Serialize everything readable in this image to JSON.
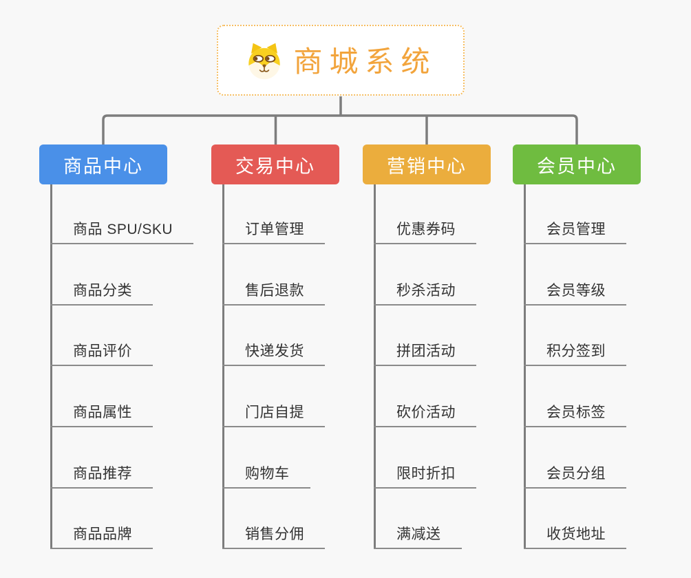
{
  "root": {
    "title": "商城系统",
    "icon": "shiba-dog-icon"
  },
  "colors": {
    "background": "#f8f8f8",
    "connector_line": "#7d7d7d",
    "leaf_underline": "#8a8a8a",
    "leaf_text": "#333333",
    "root_border": "#f6be62",
    "root_text": "#f2a43c",
    "branch_text": "#ffffff"
  },
  "branches": [
    {
      "label": "商品中心",
      "color": "#4a90e8",
      "items": [
        "商品 SPU/SKU",
        "商品分类",
        "商品评价",
        "商品属性",
        "商品推荐",
        "商品品牌"
      ]
    },
    {
      "label": "交易中心",
      "color": "#e45a55",
      "items": [
        "订单管理",
        "售后退款",
        "快递发货",
        "门店自提",
        "购物车",
        "销售分佣"
      ]
    },
    {
      "label": "营销中心",
      "color": "#ebad3d",
      "items": [
        "优惠券码",
        "秒杀活动",
        "拼团活动",
        "砍价活动",
        "限时折扣",
        "满减送"
      ]
    },
    {
      "label": "会员中心",
      "color": "#6fbc40",
      "items": [
        "会员管理",
        "会员等级",
        "积分签到",
        "会员标签",
        "会员分组",
        "收货地址"
      ]
    }
  ]
}
